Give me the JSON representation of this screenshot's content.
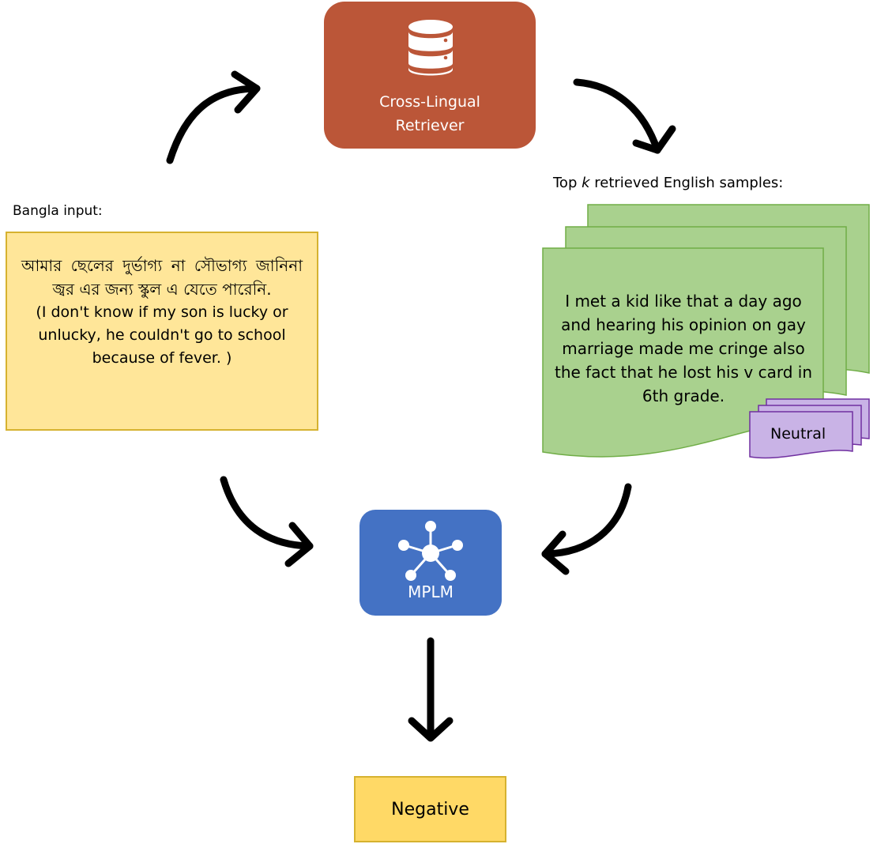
{
  "retriever": {
    "label_line1": "Cross-Lingual",
    "label_line2": "Retriever",
    "icon": "database-icon",
    "color": "#bb5638"
  },
  "input": {
    "label": "Bangla input:",
    "bangla_text": "আমার ছেলের দুর্ভাগ্য না সৌভাগ্য জানিনা জ্বর এর জন্য স্কুল এ যেতে পারেনি.",
    "translation": "(I don't know if my son is lucky or unlucky, he couldn't go to school because of fever. )",
    "color": "#ffe699"
  },
  "retrieved": {
    "label_prefix": "Top ",
    "label_k": "k",
    "label_suffix": " retrieved English samples:",
    "sample_text": "I met a kid like that a day ago and hearing his opinion on gay marriage made me cringe also the fact that he lost his v card in 6th grade.",
    "sample_label": "Neutral",
    "doc_color": "#a9d18e",
    "label_color": "#c9b3e6"
  },
  "model": {
    "label": "MPLM",
    "icon": "network-icon",
    "color": "#4472c4"
  },
  "output": {
    "label": "Negative",
    "color": "#ffd966"
  }
}
